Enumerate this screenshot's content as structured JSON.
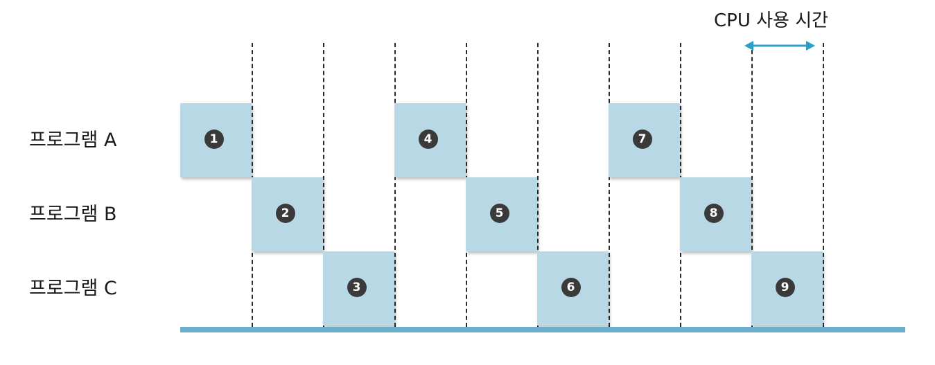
{
  "rows": [
    {
      "label": "프로그램 A"
    },
    {
      "label": "프로그램 B"
    },
    {
      "label": "프로그램 C"
    }
  ],
  "slots": [
    {
      "number": "1",
      "row": 0,
      "step": 0
    },
    {
      "number": "2",
      "row": 1,
      "step": 1
    },
    {
      "number": "3",
      "row": 2,
      "step": 2
    },
    {
      "number": "4",
      "row": 0,
      "step": 3
    },
    {
      "number": "5",
      "row": 1,
      "step": 4
    },
    {
      "number": "6",
      "row": 2,
      "step": 5
    },
    {
      "number": "7",
      "row": 0,
      "step": 6
    },
    {
      "number": "8",
      "row": 1,
      "step": 7
    },
    {
      "number": "9",
      "row": 2,
      "step": 8
    }
  ],
  "cpu_time": {
    "label": "CPU 사용 시간",
    "arrow_color": "#2aa0c8"
  },
  "colors": {
    "slot_fill": "#b9d8e6",
    "baseline": "#6aaecb",
    "badge": "#3a3a3a"
  }
}
